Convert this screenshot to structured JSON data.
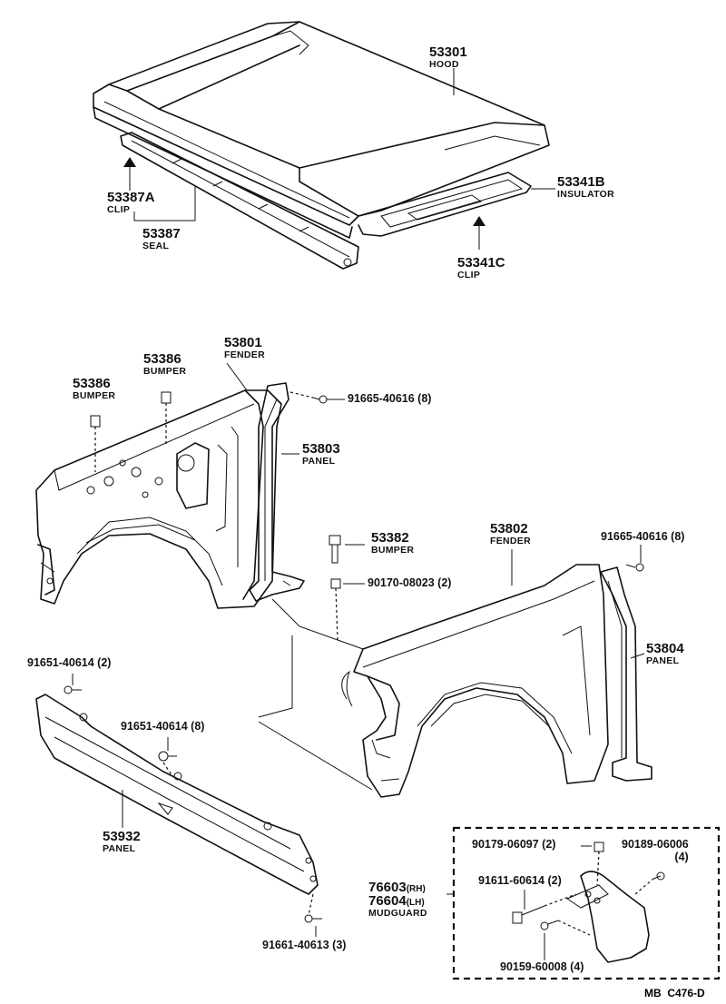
{
  "parts": {
    "hood": {
      "number": "53301",
      "name": "HOOD"
    },
    "insulator": {
      "number": "53341B",
      "name": "INSULATOR"
    },
    "clip_a": {
      "number": "53387A",
      "name": "CLIP"
    },
    "seal": {
      "number": "53387",
      "name": "SEAL"
    },
    "clip_c": {
      "number": "53341C",
      "name": "CLIP"
    },
    "bumper_a": {
      "number": "53386",
      "name": "BUMPER"
    },
    "bumper_b": {
      "number": "53386",
      "name": "BUMPER"
    },
    "fender_lh": {
      "number": "53801",
      "name": "FENDER"
    },
    "bolt_a": {
      "number": "91665-40616 (8)"
    },
    "panel_53803": {
      "number": "53803",
      "name": "PANEL"
    },
    "bumper_53382": {
      "number": "53382",
      "name": "BUMPER"
    },
    "nut": {
      "number": "90170-08023 (2)"
    },
    "fender_rh": {
      "number": "53802",
      "name": "FENDER"
    },
    "bolt_b": {
      "number": "91665-40616 (8)"
    },
    "panel_53804": {
      "number": "53804",
      "name": "PANEL"
    },
    "bolt_c": {
      "number": "91651-40614 (2)"
    },
    "bolt_d": {
      "number": "91651-40614 (8)"
    },
    "panel_53932": {
      "number": "53932",
      "name": "PANEL"
    },
    "bolt_e": {
      "number": "91661-40613 (3)"
    }
  },
  "mudguard": {
    "rh": {
      "number": "76603",
      "suffix": "(RH)"
    },
    "lh": {
      "number": "76604",
      "suffix": "(LH)"
    },
    "name": "MUDGUARD",
    "nut": "90179-06097 (2)",
    "screw": "90189-06006",
    "screw_qty": "(4)",
    "bolt": "91611-60614 (2)",
    "washer": "90159-60008 (4)"
  },
  "diagram_code": "MB  C476-D"
}
